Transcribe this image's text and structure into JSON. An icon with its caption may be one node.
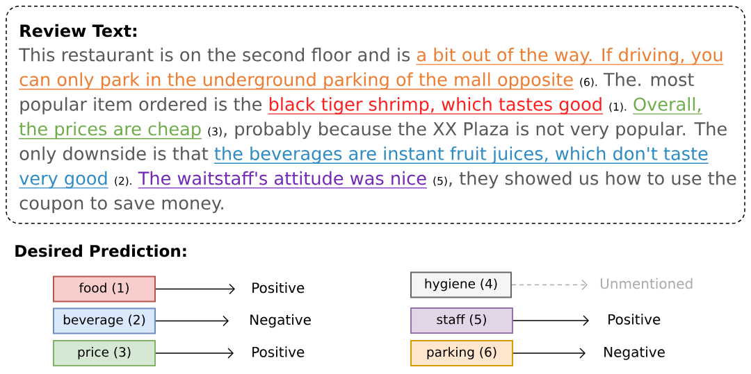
{
  "diagram": {
    "nodes": [
      {
        "text": [
          "Review Text:",
          "This restaurant is on the second floor and is",
          "a bit out of the way. If driving, you can only park in the underground parking of the mall opposite",
          "(6).",
          "The. most popular item ordered is the",
          "black tiger shrimp, which tastes good",
          "(1).",
          "Overall, the prices are cheap",
          "(3)",
          ", probably because the XX Plaza is not very popular. The only downside is that",
          "the beverages are instant fruit juices, which don't taste very good",
          "(2).",
          "The waitstaff's attitude was nice",
          "(5)",
          ", they showed us how to use the coupon to save money."
        ]
      },
      {
        "text": [
          "food (1)"
        ]
      },
      {
        "text": [
          "Positive"
        ]
      },
      {
        "text": [
          "beverage (2)"
        ]
      },
      {
        "text": [
          "Negative"
        ]
      },
      {
        "text": [
          "price (3)"
        ]
      },
      {
        "text": [
          "Positive"
        ]
      },
      {
        "text": [
          "hygiene (4)"
        ]
      },
      {
        "text": [
          "Unmentioned"
        ]
      },
      {
        "text": [
          "staff (5)"
        ]
      },
      {
        "text": [
          "Positive"
        ]
      },
      {
        "text": [
          "parking (6)"
        ]
      },
      {
        "text": [
          "Negative"
        ]
      }
    ],
    "edges": [
      {
        "from": 1,
        "to": 2,
        "arrow": "to"
      },
      {
        "from": 3,
        "to": 4,
        "arrow": "to"
      },
      {
        "from": 5,
        "to": 6,
        "arrow": "to"
      },
      {
        "from": 7,
        "to": 8,
        "arrow": "to",
        "style": "dashed",
        "color": "#aaaaaa"
      },
      {
        "from": 9,
        "to": 10,
        "arrow": "to"
      },
      {
        "from": 11,
        "to": 12,
        "arrow": "to"
      }
    ],
    "labels": [
      "Desired Prediction:"
    ]
  }
}
